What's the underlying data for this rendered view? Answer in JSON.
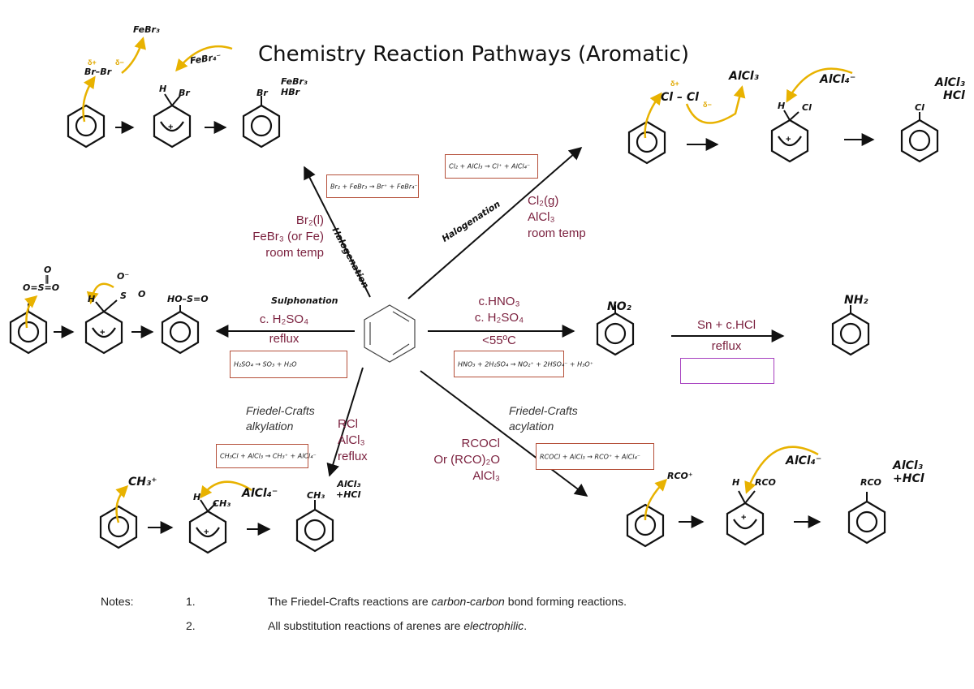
{
  "title": "Chemistry Reaction Pathways (Aromatic)",
  "colors": {
    "condition_text": "#7a1f3d",
    "curly_arrow": "#e8b200",
    "box_border": "#b5503a",
    "reflux_box_border": "#a63fbf"
  },
  "pathways": {
    "halogenation_br": {
      "label": "Halogenation",
      "conditions": [
        "Br₂(l)",
        "FeBr₃ (or Fe)",
        "room temp"
      ],
      "box_eq": "Br₂ + FeBr₃ → Br⁺ + FeBr₄⁻"
    },
    "halogenation_cl": {
      "label": "Halogenation",
      "conditions": [
        "Cl₂(g)",
        "AlCl₃",
        "room temp"
      ],
      "box_eq": "Cl₂ + AlCl₃ → Cl⁺ + AlCl₄⁻"
    },
    "sulphonation": {
      "label": "Sulphonation",
      "conditions": [
        "c. H₂SO₄",
        "reflux"
      ],
      "box_eq": "H₂SO₄ → SO₃ + H₂O"
    },
    "nitration": {
      "conditions": [
        "c.HNO₃",
        "c. H₂SO₄",
        "<55ºC"
      ],
      "box_eq": "HNO₃ + 2H₂SO₄ → NO₂⁺ + 2HSO₄⁻ + H₃O⁺"
    },
    "reduction": {
      "conditions": [
        "Sn + c.HCl",
        "reflux"
      ]
    },
    "alkylation": {
      "type_lines": [
        "Friedel-Crafts",
        "alkylation"
      ],
      "conditions": [
        "RCl",
        "AlCl₃",
        "reflux"
      ],
      "box_eq": "CH₃Cl + AlCl₃ → CH₃⁺ + AlCl₄⁻"
    },
    "acylation": {
      "type_lines": [
        "Friedel-Crafts",
        "acylation"
      ],
      "conditions": [
        "RCOCl",
        "Or (RCO)₂O",
        "AlCl₃"
      ],
      "box_eq": "RCOCl + AlCl₃ → RCO⁺ + AlCl₄⁻"
    }
  },
  "handwritten": {
    "br_catalyst": "FeBr₃",
    "br_reagent": "Br–Br",
    "br_anion": "FeBr₄⁻",
    "br_h": "H",
    "br_br": "Br",
    "br_prod_br": "Br",
    "br_byproducts": [
      "FeBr₃",
      "HBr"
    ],
    "cl_reagent": "Cl – Cl",
    "cl_catalyst": "AlCl₃",
    "cl_anion": "AlCl₄⁻",
    "cl_h": "H",
    "cl_cl": "Cl",
    "cl_prod_cl": "Cl",
    "cl_byproducts": [
      "AlCl₃",
      "HCl"
    ],
    "so3": "O=S=O",
    "so3_top": "O",
    "so3_mid": "‖",
    "so3_ointer": "O⁻",
    "so3_inter_h": "H",
    "so3_inter_s": "S",
    "so3_inter_o": "O",
    "so3_prod": "HO–S=O",
    "no2": "NO₂",
    "nh2": "NH₂",
    "ch3_plus": "CH₃⁺",
    "alk_h": "H",
    "alk_ch3": "CH₃",
    "alk_anion": "AlCl₄⁻",
    "alk_prod": "CH₃",
    "alk_byproducts": [
      "AlCl₃",
      "+HCl"
    ],
    "rco_plus": "RCO⁺",
    "acy_h": "H",
    "acy_rco": "RCO",
    "acy_anion": "AlCl₄⁻",
    "acy_prod": "RCO",
    "acy_byproducts": [
      "AlCl₃",
      "+HCl"
    ],
    "delta_plus": "δ+",
    "delta_minus": "δ−",
    "plus": "+"
  },
  "notes": {
    "label": "Notes:",
    "items": [
      {
        "num": "1.",
        "pre": "The Friedel-Crafts reactions are ",
        "em": "carbon-carbon",
        "post": " bond forming reactions."
      },
      {
        "num": "2.",
        "pre": "All substitution reactions of arenes are ",
        "em": "electrophilic",
        "post": "."
      }
    ]
  }
}
